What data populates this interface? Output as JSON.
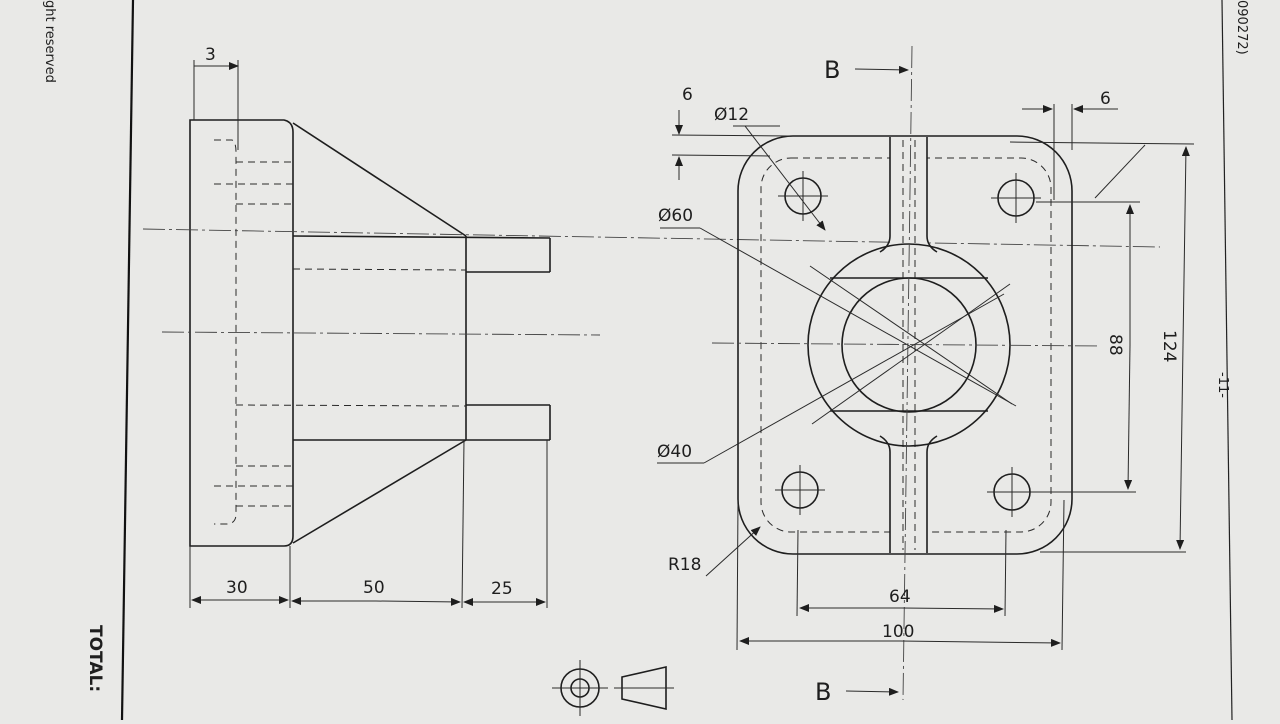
{
  "sheet": {
    "copyright_fragment": "ght reserved",
    "code_fragment": "090272)",
    "page_number": "-11-",
    "total_label": "TOTAL:"
  },
  "side_view": {
    "dims": {
      "flange_thickness": "3",
      "base_width": "30",
      "web_length": "50",
      "boss_length": "25"
    }
  },
  "front_view": {
    "section_label_top": "B",
    "section_label_bottom": "B",
    "dims": {
      "hole_dia": "Ø12",
      "boss_outer_dia": "Ø60",
      "bore_dia": "Ø40",
      "corner_radius": "R18",
      "left_offset": "6",
      "right_offset": "6",
      "hole_pitch_vertical": "88",
      "overall_height": "124",
      "hole_pitch_horizontal": "64",
      "overall_width": "100"
    }
  },
  "projection_symbol": {
    "name": "first-angle-projection-icon"
  }
}
